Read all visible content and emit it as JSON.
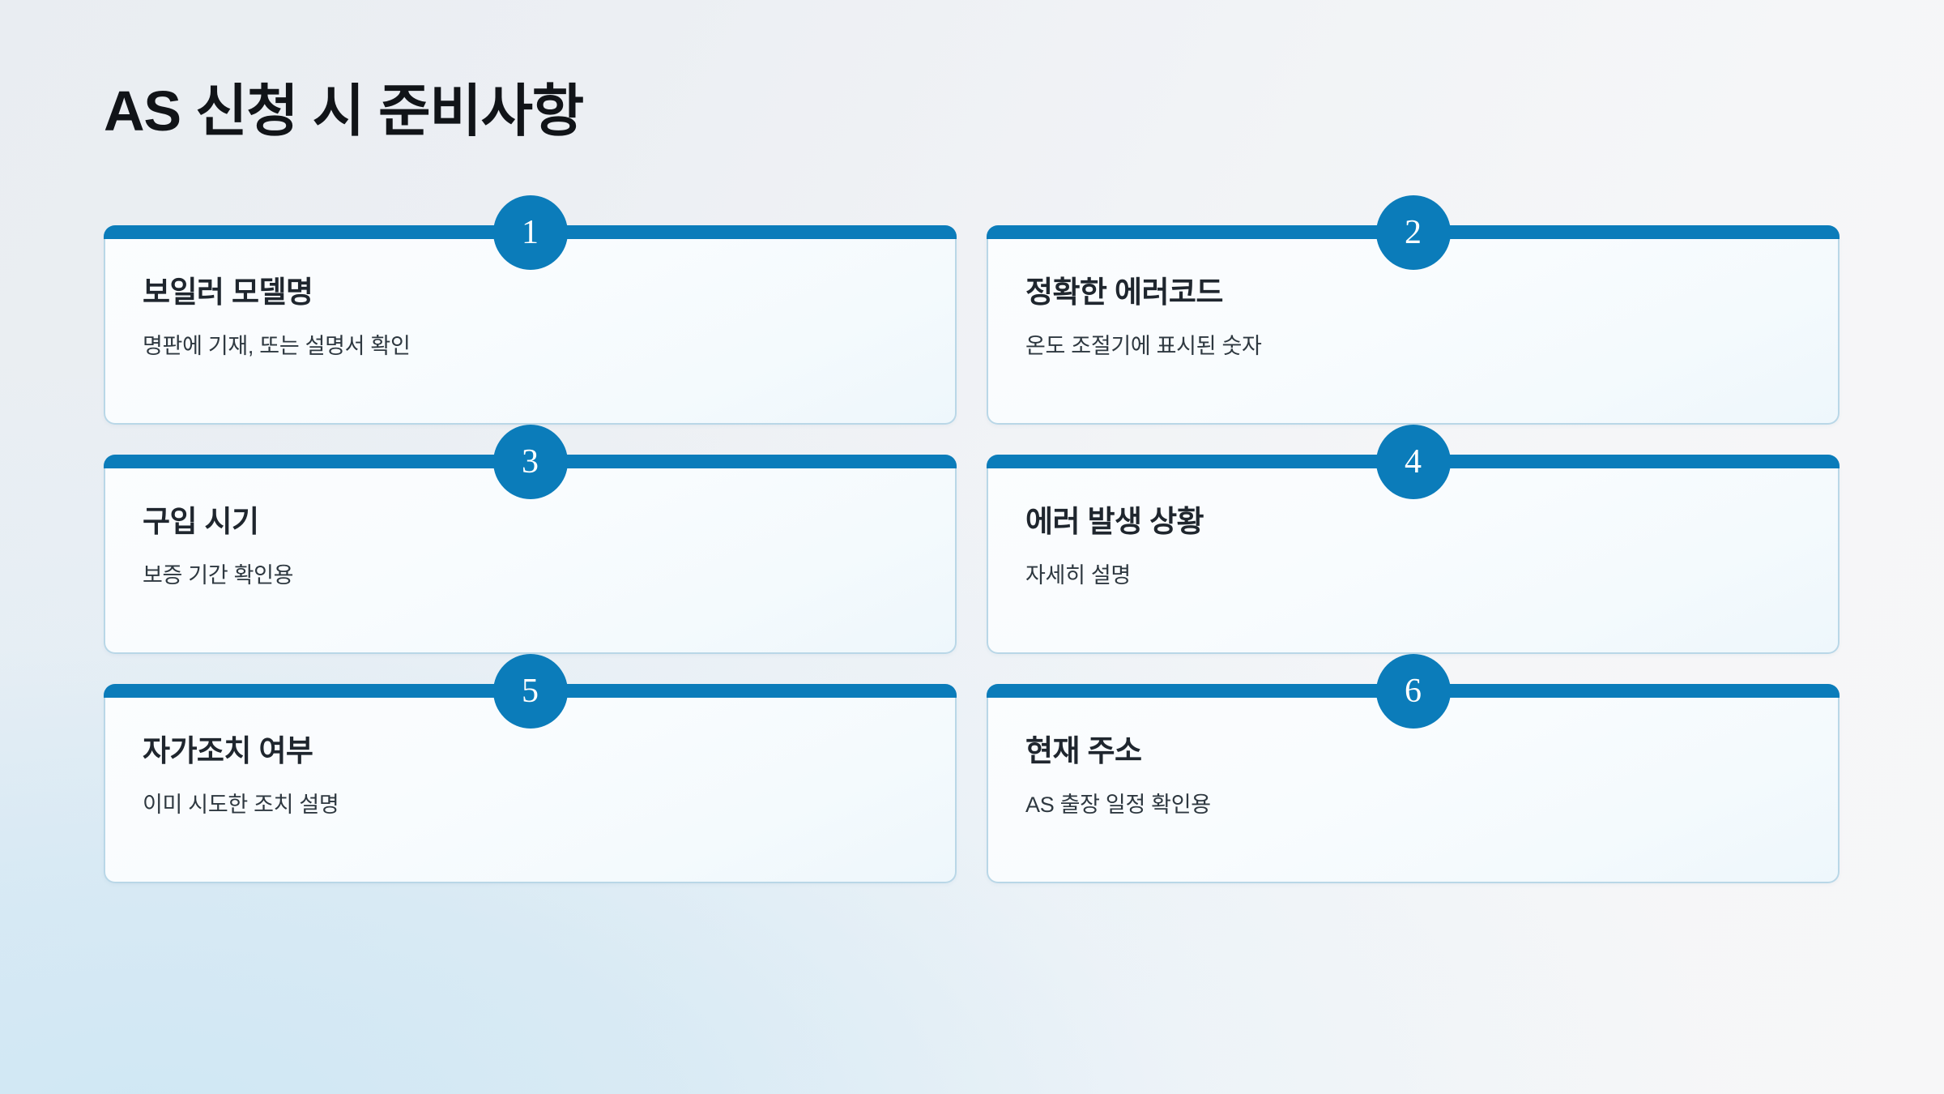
{
  "slide": {
    "title": "AS 신청 시 준비사항",
    "accent_color": "#0b7cba",
    "card_border_color": "#b9d7e7",
    "background_top_color": "#f2f4f7",
    "background_bottom_left_color": "#cfe7f4",
    "title_color": "#111418"
  },
  "cards": [
    {
      "number": "1",
      "title": "보일러 모델명",
      "desc": "명판에 기재, 또는 설명서 확인"
    },
    {
      "number": "2",
      "title": "정확한 에러코드",
      "desc": "온도 조절기에 표시된 숫자"
    },
    {
      "number": "3",
      "title": "구입 시기",
      "desc": "보증 기간 확인용"
    },
    {
      "number": "4",
      "title": "에러 발생 상황",
      "desc": "자세히 설명"
    },
    {
      "number": "5",
      "title": "자가조치 여부",
      "desc": "이미 시도한 조치 설명"
    },
    {
      "number": "6",
      "title": "현재 주소",
      "desc": "AS 출장 일정 확인용"
    }
  ]
}
